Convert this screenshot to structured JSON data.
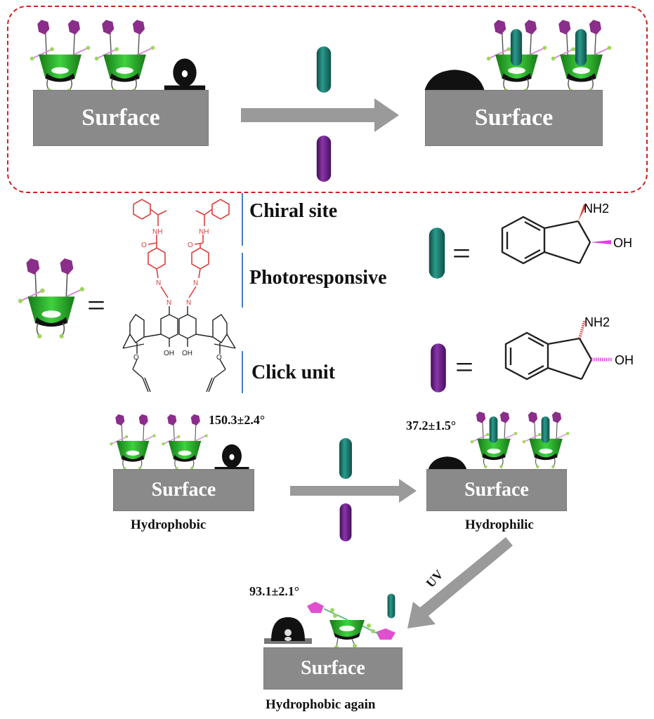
{
  "top_panel": {
    "left_surface_label": "Surface",
    "right_surface_label": "Surface",
    "border_color": "#d11f1f"
  },
  "legend": {
    "equals": "=",
    "segments": [
      {
        "label": "Chiral site"
      },
      {
        "label": "Photoresponsive"
      },
      {
        "label": "Click unit"
      }
    ],
    "molecules": [
      {
        "rod": "teal-rod",
        "equals": "=",
        "amine": "NH2",
        "hydroxyl": "OH",
        "stereo": "wedge"
      },
      {
        "rod": "purple-rod",
        "equals": "=",
        "amine": "NH2",
        "hydroxyl": "OH",
        "stereo": "hash"
      }
    ],
    "calixarene_labels": {
      "oh1": "OH",
      "oh2": "OH",
      "nh1": "NH",
      "nh2": "NH",
      "o1": "O",
      "o2": "O",
      "n": "N"
    }
  },
  "bottom_panel": {
    "left": {
      "surface_label": "Surface",
      "state": "Hydrophobic",
      "angle": "150.3±2.4°"
    },
    "right": {
      "surface_label": "Surface",
      "state": "Hydrophilic",
      "angle": "37.2±1.5°"
    },
    "uv_label": "UV",
    "final": {
      "surface_label": "Surface",
      "state": "Hydrophobic again",
      "angle": "93.1±2.1°"
    }
  },
  "colors": {
    "surface": "#8a8a8a",
    "arrow": "#9a9a9a",
    "teal": "#1f7f74",
    "purple": "#6a1f86",
    "macrocycle": "#2fae2f",
    "hexagon": "#8b2d8b",
    "chiral_red": "#d9413d",
    "bracket_blue": "#4a7fc1"
  }
}
